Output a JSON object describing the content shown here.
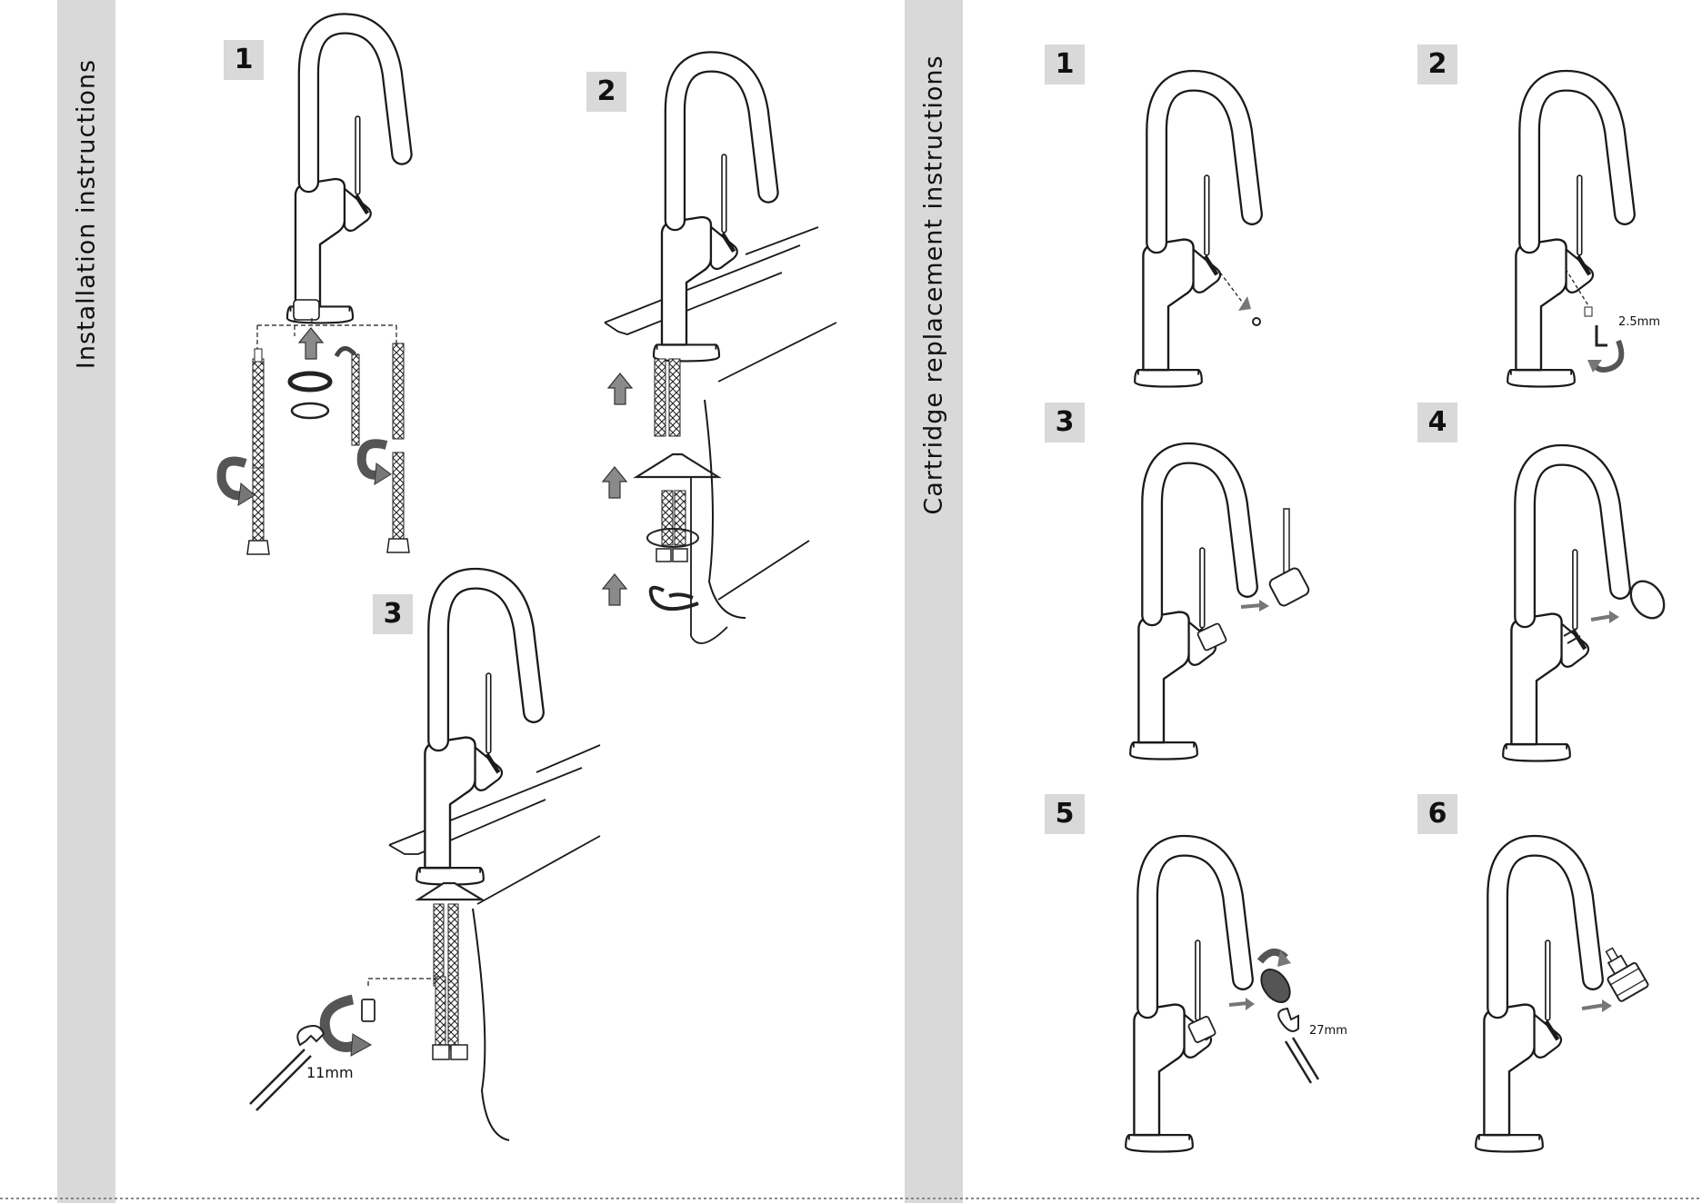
{
  "left_panel": {
    "heading": "Installation instructions",
    "steps": [
      {
        "number": "1"
      },
      {
        "number": "2"
      },
      {
        "number": "3",
        "tool_size": "11mm"
      }
    ]
  },
  "right_panel": {
    "heading": "Cartridge replacement instructions",
    "steps": [
      {
        "number": "1"
      },
      {
        "number": "2",
        "tool_size": "2.5mm"
      },
      {
        "number": "3"
      },
      {
        "number": "4"
      },
      {
        "number": "5",
        "tool_size": "27mm"
      },
      {
        "number": "6"
      }
    ]
  },
  "colors": {
    "sidebar": "#d9d9d9",
    "line": "#1a1a1a",
    "arrow": "#777777"
  }
}
